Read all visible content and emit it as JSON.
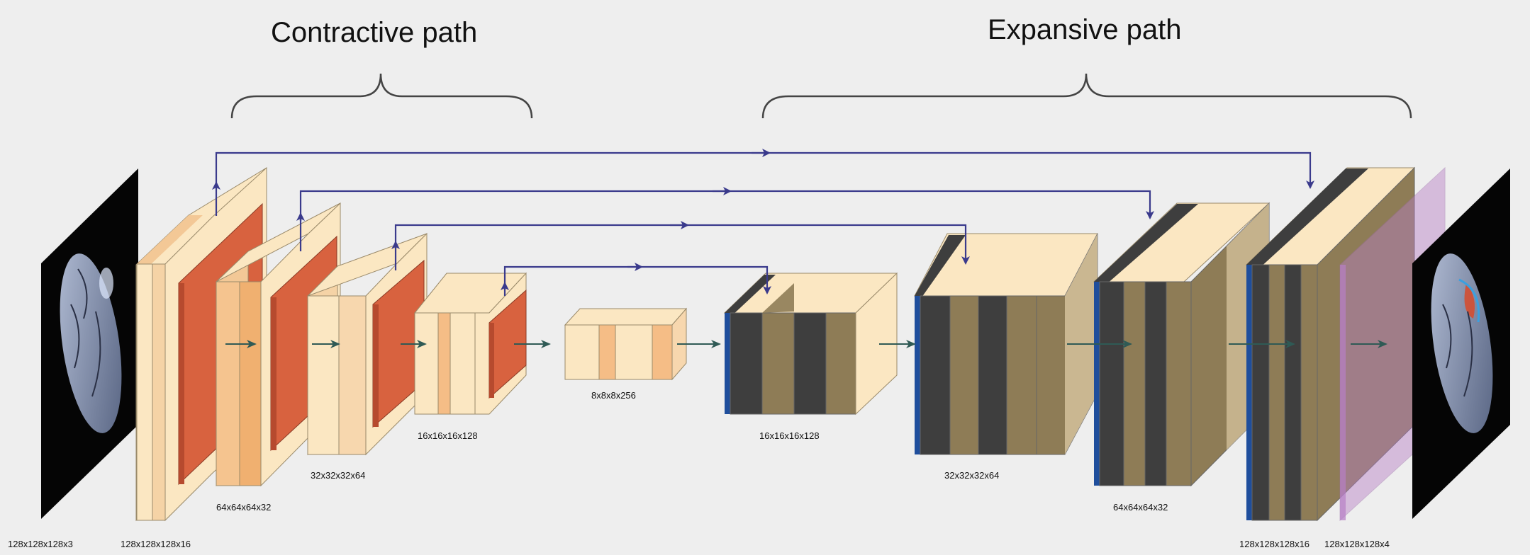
{
  "headings": {
    "contractive": "Contractive path",
    "expansive": "Expansive path"
  },
  "labels": {
    "input": "128x128x128x3",
    "enc1": "128x128x128x16",
    "enc2": "64x64x64x32",
    "enc3": "32x32x32x64",
    "enc4": "16x16x16x128",
    "bottleneck": "8x8x8x256",
    "dec4": "16x16x16x128",
    "dec3": "32x32x32x64",
    "dec2": "64x64x64x32",
    "dec1": "128x128x128x16",
    "output": "128x128x128x4"
  },
  "colors": {
    "background": "#eeeeee",
    "light_block": "#fbe7c2",
    "mid_block": "#f5bd86",
    "conv_red": "#d8623f",
    "dark_block": "#3e3e3e",
    "olive_block": "#8e7c56",
    "blue_edge": "#1f4e9c",
    "skip_arrow": "#3a3a8c",
    "forward_arrow": "#2f5a55",
    "output_purple": "#b77fc6"
  },
  "icons": {
    "input_scan": "brain-mri-scan-icon",
    "output_scan": "brain-segmentation-scan-icon"
  }
}
